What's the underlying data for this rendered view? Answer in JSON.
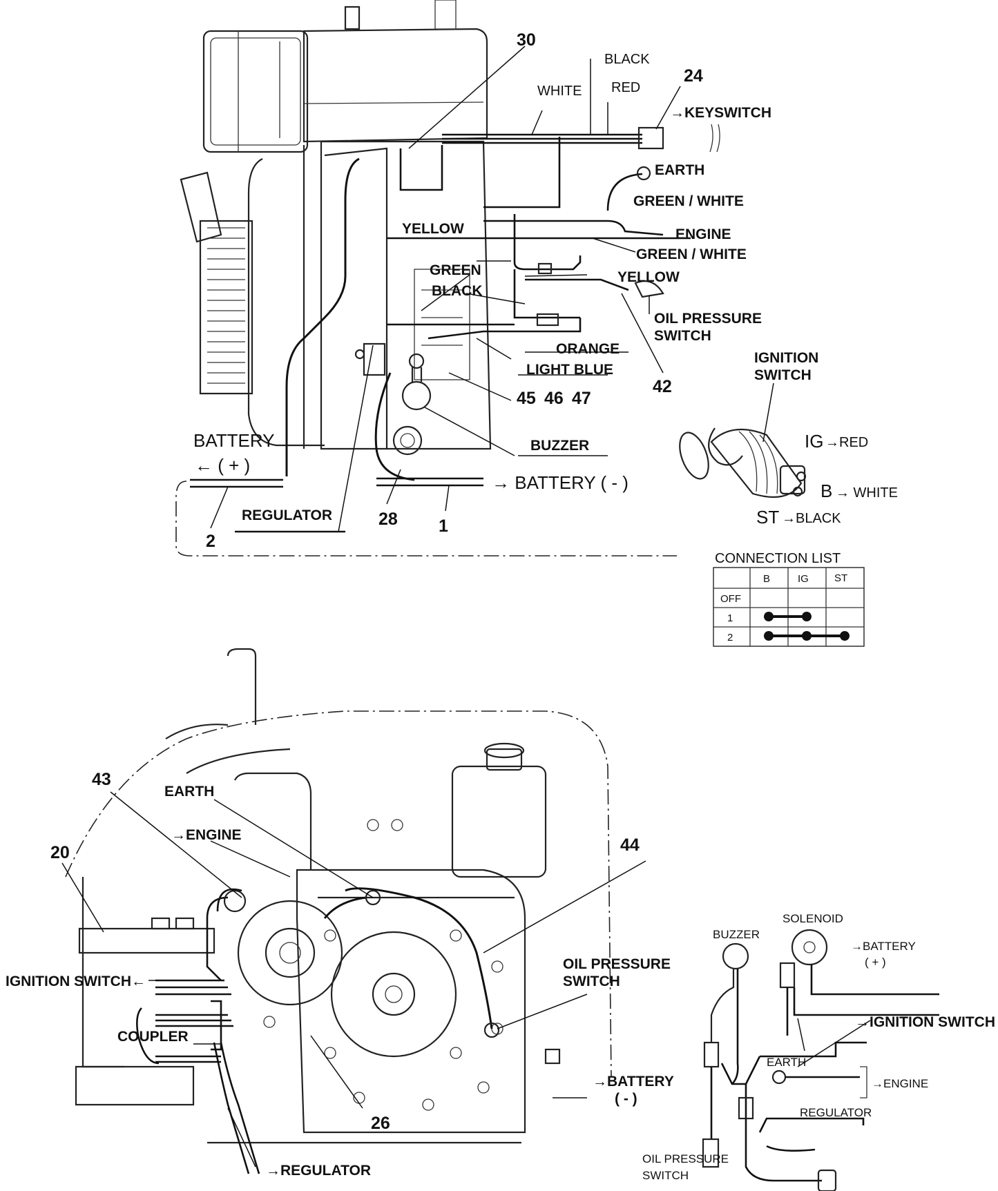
{
  "top": {
    "callouts": {
      "c30": "30",
      "c24": "24",
      "c42": "42",
      "c45": "45",
      "c46": "46",
      "c47": "47",
      "c28": "28",
      "c1": "1",
      "c2": "2"
    },
    "wires": {
      "black": "BLACK",
      "white": "WHITE",
      "red": "RED",
      "keyswitch": "→KEYSWITCH",
      "earth": "EARTH",
      "green_white_1": "GREEN / WHITE",
      "engine": "ENGINE",
      "green_white_2": "GREEN / WHITE",
      "yellow_left": "YELLOW",
      "green": "GREEN",
      "black_2": "BLACK",
      "yellow_right": "YELLOW",
      "oil_pressure": "OIL PRESSURE",
      "switch": "SWITCH",
      "orange": "ORANGE",
      "light_blue": "LIGHT BLUE",
      "buzzer": "BUZZER",
      "battery_pos_1": "BATTERY",
      "battery_pos_2": "← ( + )",
      "battery_neg": "→ BATTERY ( - )",
      "regulator": "REGULATOR"
    }
  },
  "ignition_switch": {
    "title_1": "IGNITION",
    "title_2": "SWITCH",
    "ig": "IG",
    "ig_to": "→RED",
    "b": "B",
    "b_to": "→ WHITE",
    "st": "ST",
    "st_to": "→BLACK"
  },
  "connection_list": {
    "title": "CONNECTION LIST",
    "headers": [
      "",
      "B",
      "IG",
      "ST"
    ],
    "rows": [
      {
        "label": "OFF",
        "connected": []
      },
      {
        "label": "1",
        "connected": [
          "B",
          "IG"
        ]
      },
      {
        "label": "2",
        "connected": [
          "B",
          "IG",
          "ST"
        ]
      }
    ]
  },
  "bottom": {
    "callouts": {
      "c43": "43",
      "c20": "20",
      "c44": "44",
      "c26": "26"
    },
    "labels": {
      "earth": "EARTH",
      "engine": "→ENGINE",
      "ignition_switch": "IGNITION SWITCH←",
      "coupler": "COUPLER",
      "oil_pressure_1": "OIL PRESSURE",
      "oil_pressure_2": "SWITCH",
      "battery_1": "→BATTERY",
      "battery_2": "( - )",
      "regulator": "→REGULATOR"
    }
  },
  "harness": {
    "buzzer": "BUZZER",
    "solenoid": "SOLENOID",
    "battery_1": "→BATTERY",
    "battery_2": "( + )",
    "ignition_switch": "→IGNITION SWITCH",
    "earth": "EARTH",
    "engine": "→ENGINE",
    "regulator": "REGULATOR",
    "oil_pressure_1": "OIL PRESSURE",
    "oil_pressure_2": "SWITCH"
  }
}
